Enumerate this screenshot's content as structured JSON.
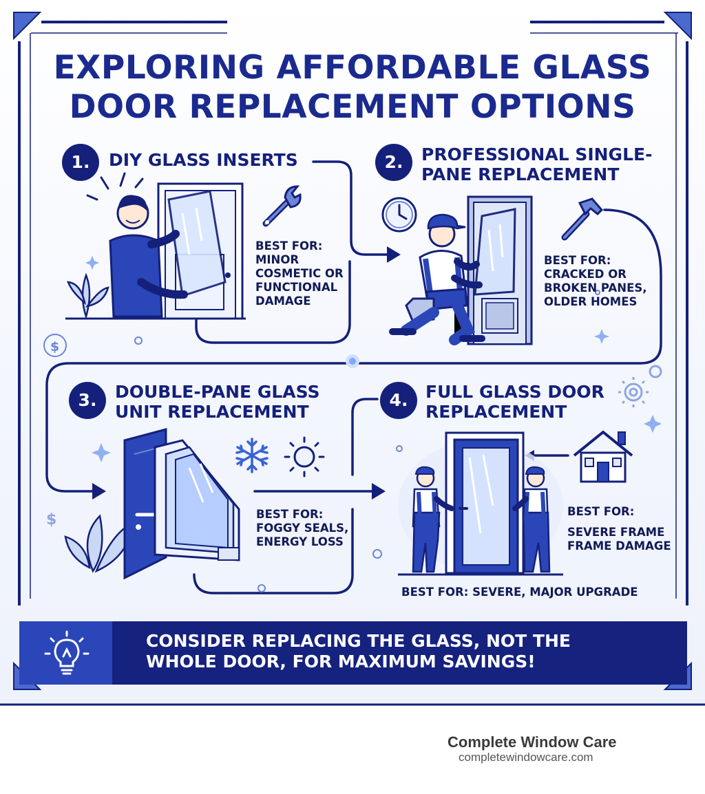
{
  "title": {
    "line1": "EXPLORING AFFORDABLE GLASS",
    "line2": "DOOR REPLACEMENT OPTIONS"
  },
  "steps": [
    {
      "number": "1.",
      "title_lines": [
        "DIY GLASS INSERTS"
      ],
      "best_lines": [
        "BEST FOR:",
        "MINOR",
        "COSMETIC OR",
        "FUNCTIONAL",
        "DAMAGE"
      ],
      "icon": "wrench-icon"
    },
    {
      "number": "2.",
      "title_lines": [
        "PROFESSIONAL SINGLE-",
        "PANE REPLACEMENT"
      ],
      "best_lines": [
        "BEST FOR:",
        "CRACKED OR",
        "BROKEN PANES,",
        "OLDER HOMES"
      ],
      "icon": "hammer-icon"
    },
    {
      "number": "3.",
      "title_lines": [
        "DOUBLE-PANE GLASS",
        "UNIT REPLACEMENT"
      ],
      "best_lines": [
        "BEST FOR:",
        "FOGGY SEALS,",
        "ENERGY LOSS"
      ],
      "icon": "snowflake-icon"
    },
    {
      "number": "4.",
      "title_lines": [
        "FULL GLASS DOOR",
        "REPLACEMENT"
      ],
      "best_lines": [
        "BEST FOR:",
        "",
        "SEVERE FRAME",
        "FRAME DAMAGE"
      ],
      "extra_best": "BEST FOR: SEVERE, MAJOR UPGRADE",
      "icon": "house-icon"
    }
  ],
  "footer": {
    "line1": "CONSIDER REPLACING THE GLASS, NOT THE",
    "line2": "WHOLE DOOR, FOR MAXIMUM SAVINGS!",
    "icon": "lightbulb-icon"
  },
  "brand": {
    "name": "Complete Window Care",
    "url": "completewindowcare.com"
  },
  "colors": {
    "navy": "#14207a",
    "royal": "#2a46b8",
    "accent": "#8fb0f0"
  }
}
